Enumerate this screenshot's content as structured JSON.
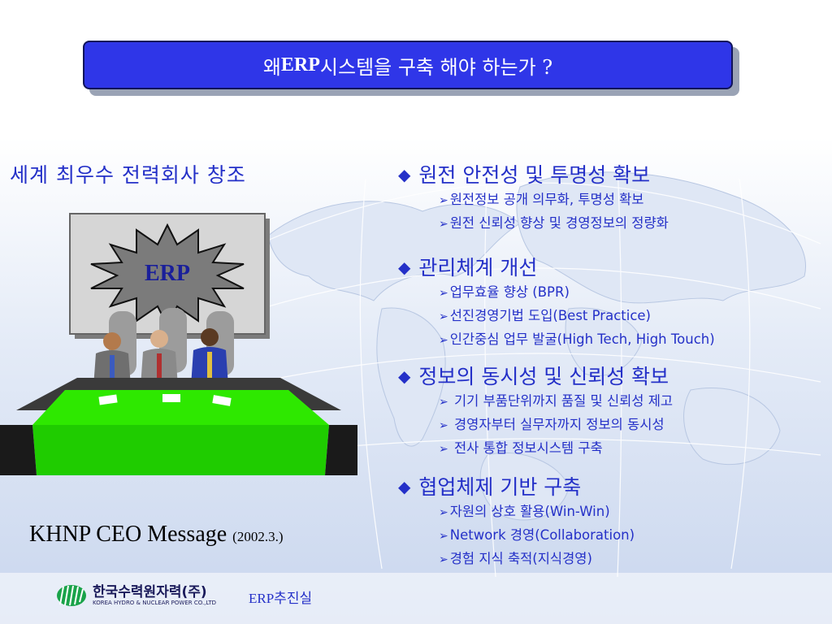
{
  "title": {
    "prefix": "왜 ",
    "highlight": "ERP",
    "suffix": " 시스템을 구축 해야 하는가 ?"
  },
  "left_heading": "세계 최우수 전력회사 창조",
  "illustration": {
    "burst_label": "ERP"
  },
  "caption": {
    "main": "KHNP CEO Message ",
    "date": "(2002.3.)"
  },
  "sections": [
    {
      "title": "원전 안전성 및 투명성 확보",
      "items": [
        "원전정보 공개 의무화, 투명성 확보",
        "원전 신뢰성 향상 및 경영정보의 정량화"
      ]
    },
    {
      "title": "관리체계 개선",
      "items": [
        "업무효율 향상 (BPR)",
        "선진경영기법 도입(Best Practice)",
        "인간중심 업무 발굴(High Tech, High Touch)"
      ]
    },
    {
      "title": "정보의 동시성 및 신뢰성 확보",
      "items": [
        " 기기 부품단위까지 품질 및 신뢰성 제고",
        " 경영자부터 실무자까지 정보의 동시성",
        " 전사 통합 정보시스템 구축"
      ]
    },
    {
      "title": "협업체제 기반 구축",
      "items": [
        "자원의 상호 활용(Win-Win)",
        "Network 경영(Collaboration)",
        "경험 지식 축적(지식경영)"
      ]
    }
  ],
  "footer": {
    "logo_text": "한국수력원자력(주)",
    "logo_subtext": "KOREA HYDRO & NUCLEAR POWER CO.,LTD",
    "dept": "ERP추진실"
  }
}
